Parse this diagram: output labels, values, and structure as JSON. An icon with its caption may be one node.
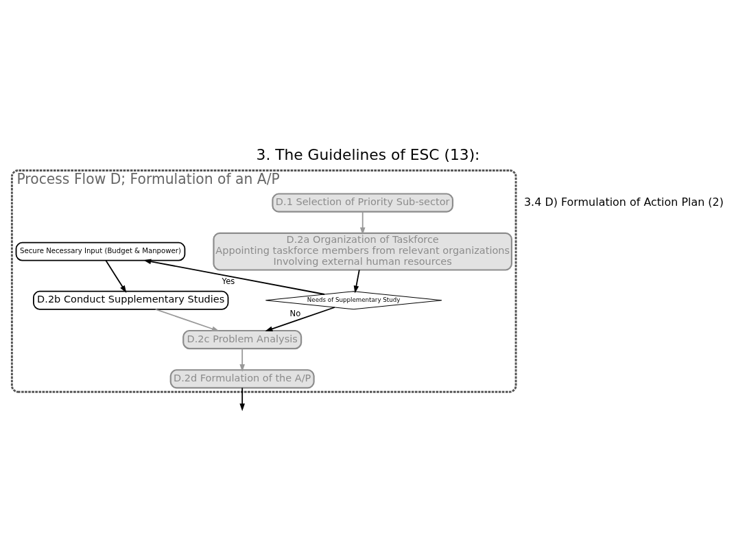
{
  "diagram": {
    "title": "3. The Guidelines of ESC (13):",
    "nodes": [
      {
        "text": [
          "Process Flow D; Formulation of an A/P"
        ]
      },
      {
        "text": [
          "D.1 Selection of Priority Sub-sector"
        ],
        "in": 0
      },
      {
        "text": [
          "D.2a Organization of Taskforce",
          "Appointing taskforce members from relevant organizations",
          "Involving external human resources"
        ],
        "in": 0
      },
      {
        "text": [
          "Needs of Supplementary Study"
        ],
        "in": 0
      },
      {
        "text": [
          "Secure Necessary Input (Budget & Manpower)"
        ],
        "in": 0
      },
      {
        "text": [
          "D.2b Conduct Supplementary Studies"
        ],
        "in": 0
      },
      {
        "text": [
          "D.2c Problem Analysis"
        ],
        "in": 0
      },
      {
        "text": [
          "D.2d Formulation of the A/P"
        ],
        "in": 0
      }
    ],
    "edges": [
      {
        "from": 1,
        "to": 2,
        "arrow": "to",
        "color": "#999999"
      },
      {
        "from": 2,
        "to": 3,
        "arrow": "to"
      },
      {
        "from": 3,
        "to": 4,
        "arrow": "to",
        "label": "Yes"
      },
      {
        "from": 4,
        "to": 5,
        "arrow": "to"
      },
      {
        "from": 5,
        "to": 6,
        "arrow": "to",
        "color": "#999999"
      },
      {
        "from": 3,
        "to": 6,
        "arrow": "to",
        "label": "No"
      },
      {
        "from": 6,
        "to": 7,
        "arrow": "to",
        "color": "#999999"
      },
      {
        "from": 7,
        "to": null,
        "arrow": "to"
      }
    ],
    "labels": [
      "3.4 D) Formulation of Action Plan (2)"
    ]
  }
}
